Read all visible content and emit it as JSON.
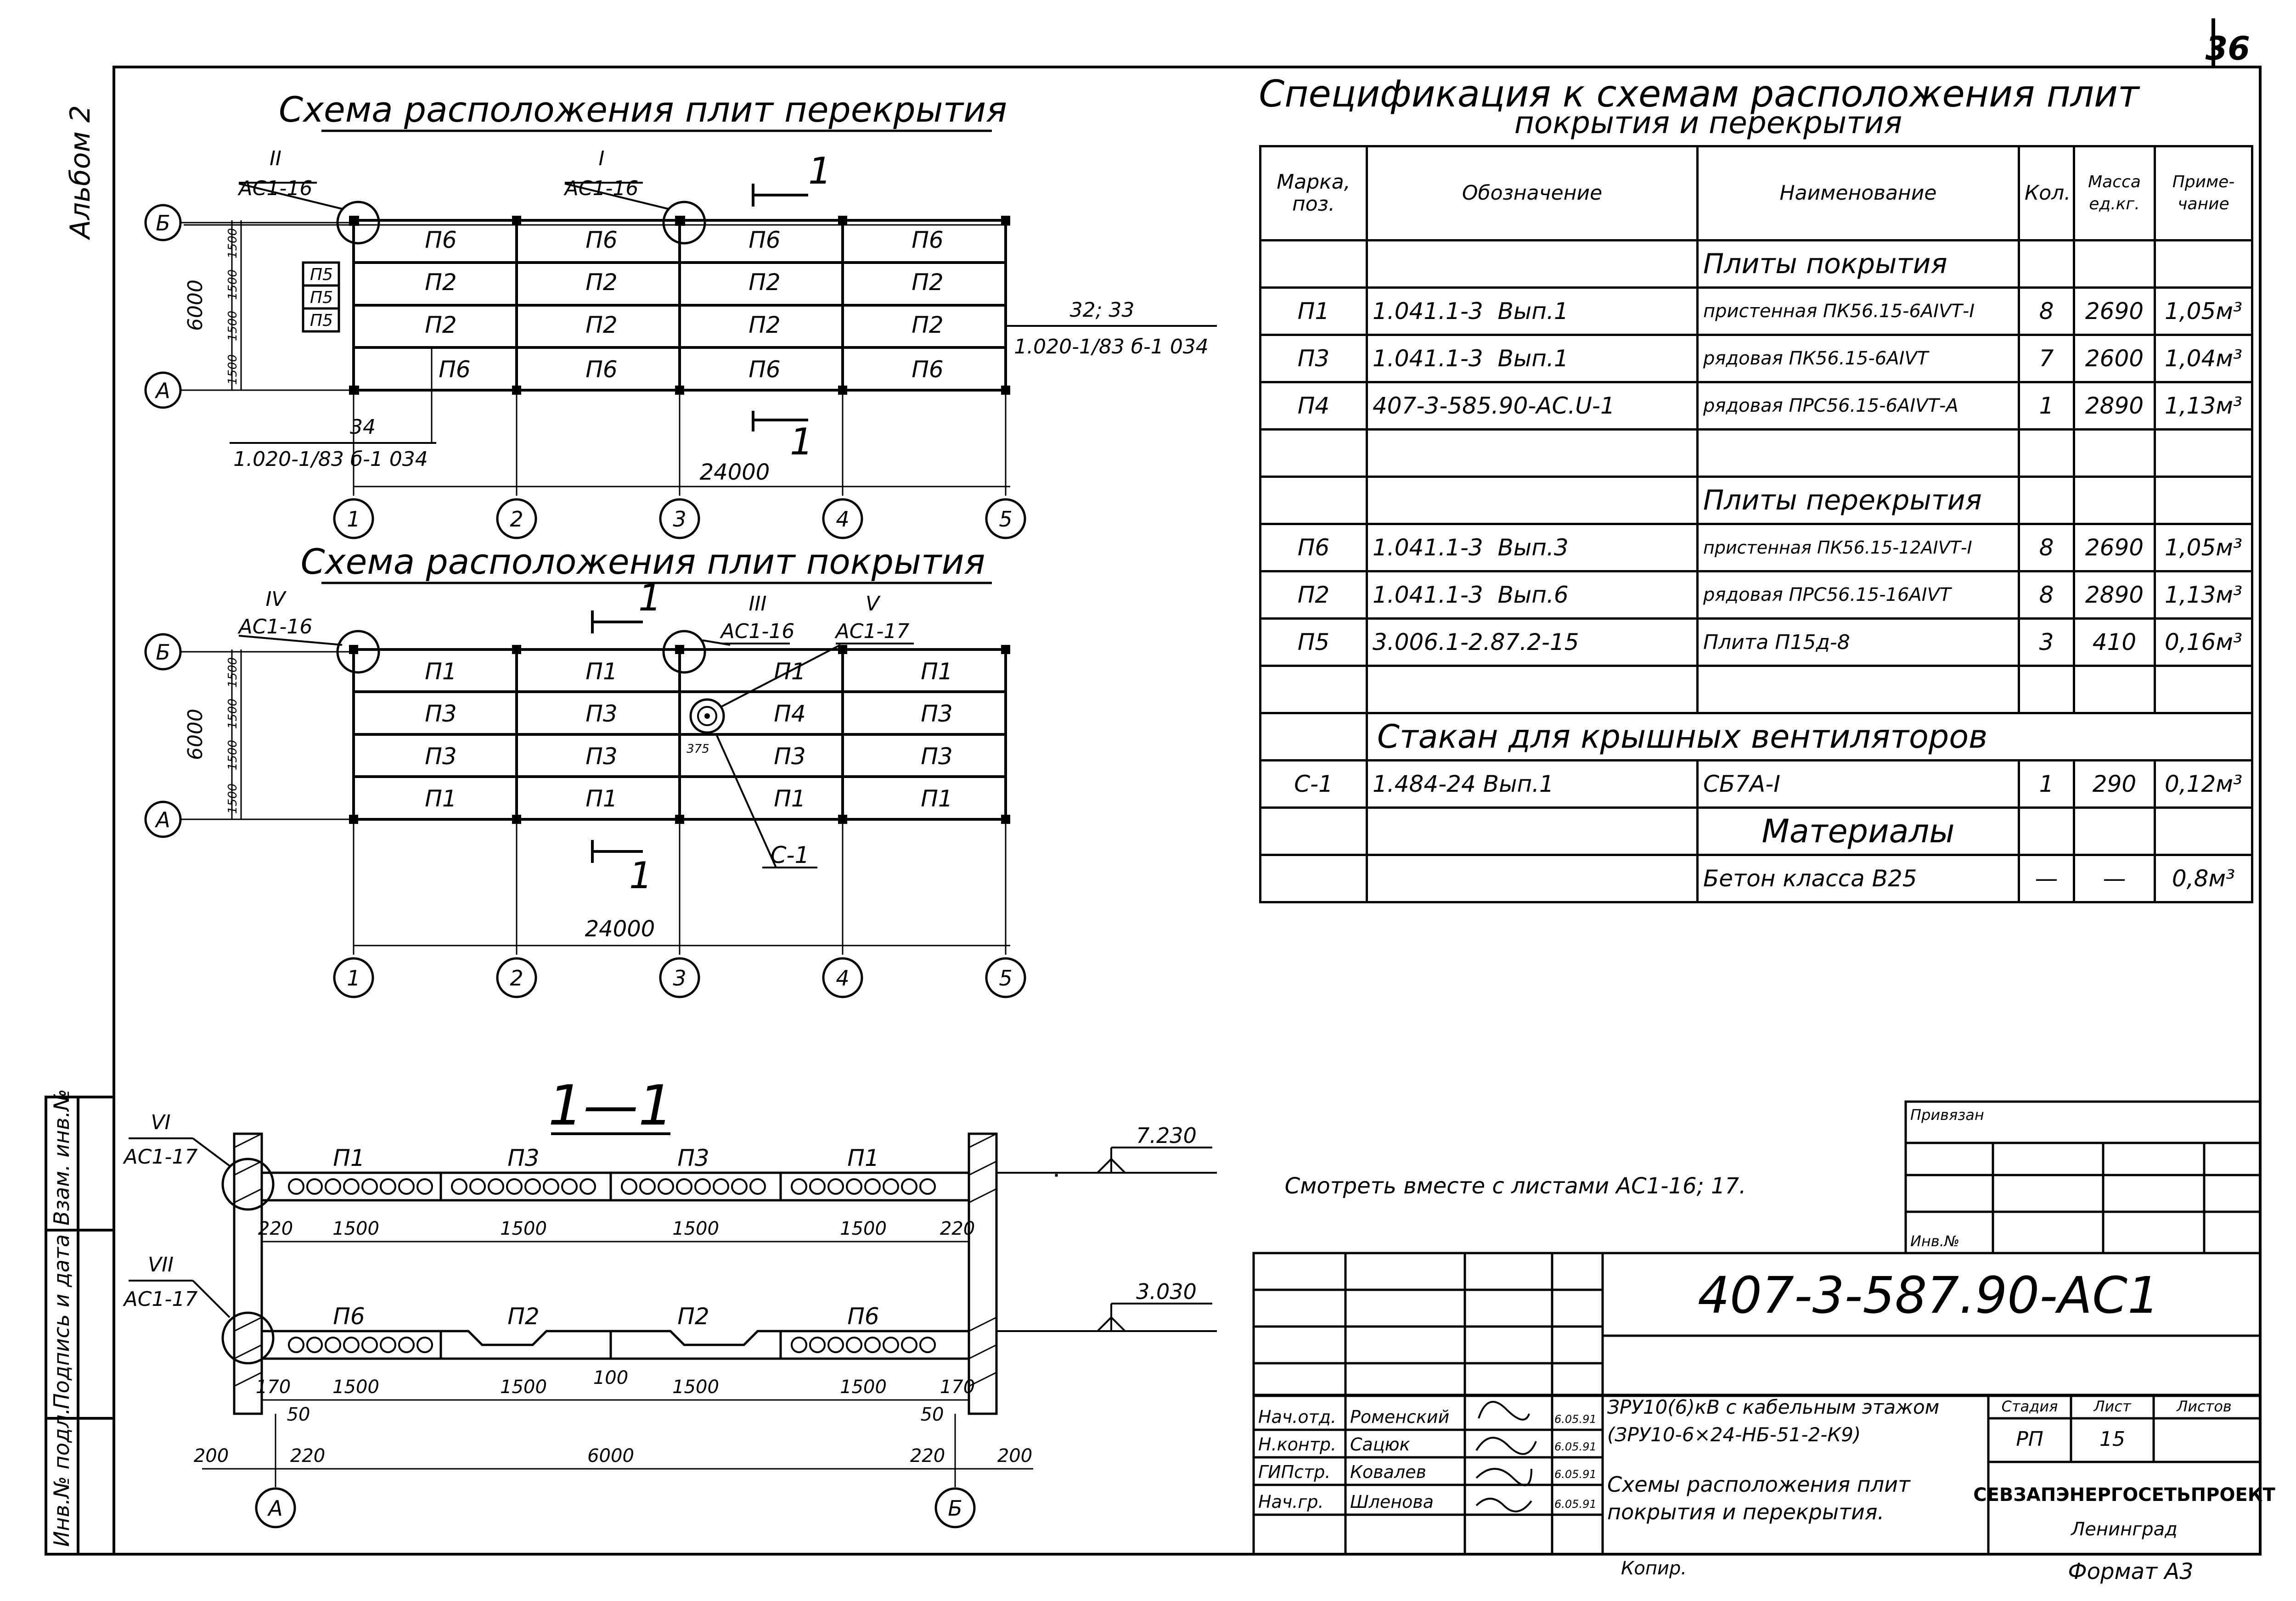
{
  "sheet_number": "36",
  "album_label": "Альбом 2",
  "plan_upper": {
    "title": "Схема расположения плит перекрытия",
    "rows": [
      [
        "П6",
        "П6",
        "П6",
        "П6"
      ],
      [
        "П2",
        "П2",
        "П2",
        "П2"
      ],
      [
        "П2",
        "П2",
        "П2",
        "П2"
      ],
      [
        "П6",
        "П6",
        "П6",
        "П6"
      ]
    ],
    "p5_labels": [
      "П5",
      "П5",
      "П5"
    ],
    "ref_top_1": {
      "num": "II",
      "sheet": "АС1-16"
    },
    "ref_top_2": {
      "num": "I",
      "sheet": "АС1-16"
    },
    "cut_label": "1",
    "right_note_1": "32; 33",
    "right_note_2": "1.020-1/83 б-1 034",
    "left_note_1": "34",
    "left_note_2": "1.020-1/83 б-1 034",
    "span_dim": "24000",
    "height_dim": "6000",
    "small_dims": [
      "1500",
      "1500",
      "1500",
      "1500"
    ],
    "axis_rows": [
      "Б",
      "А"
    ],
    "axis_cols": [
      "1",
      "2",
      "3",
      "4",
      "5"
    ]
  },
  "plan_lower": {
    "title": "Схема расположения плит покрытия",
    "rows": [
      [
        "П1",
        "П1",
        "П1",
        "П1"
      ],
      [
        "П3",
        "П3",
        "П4",
        "П3"
      ],
      [
        "П3",
        "П3",
        "П3",
        "П3"
      ],
      [
        "П1",
        "П1",
        "П1",
        "П1"
      ]
    ],
    "ref_1": {
      "num": "IV",
      "sheet": "АС1-16"
    },
    "ref_2": {
      "num": "III",
      "sheet": "АС1-16"
    },
    "ref_3": {
      "num": "V",
      "sheet": "АС1-17"
    },
    "cup_label": "С-1",
    "dim_small": "375",
    "cut_label": "1",
    "span_dim": "24000",
    "height_dim": "6000",
    "small_dims": [
      "1500",
      "1500",
      "1500",
      "1500"
    ],
    "axis_rows": [
      "Б",
      "А"
    ],
    "axis_cols": [
      "1",
      "2",
      "3",
      "4",
      "5"
    ]
  },
  "section": {
    "title": "1—1",
    "top_slabs": [
      "П1",
      "П3",
      "П3",
      "П1"
    ],
    "bottom_slabs": [
      "П6",
      "П2",
      "П2",
      "П6"
    ],
    "elev_top": "7.230",
    "elev_bottom": "3.030",
    "ref_6": {
      "num": "VI",
      "sheet": "АС1-17"
    },
    "ref_7": {
      "num": "VII",
      "sheet": "АС1-17"
    },
    "dim_1500": "1500",
    "dim_220": "220",
    "dim_100": "100",
    "dim_170": "170",
    "dim_50": "50",
    "dim_200": "200",
    "dim_6000": "6000",
    "axes": [
      "А",
      "Б"
    ]
  },
  "spec": {
    "title_line1": "Спецификация к схемам расположения плит",
    "title_line2": "покрытия и перекрытия",
    "headers": [
      "Марка, поз.",
      "Обозначение",
      "Наименование",
      "Кол.",
      "Масса ед.кг.",
      "Приме- чание"
    ],
    "group_roof": "Плиты покрытия",
    "group_floor": "Плиты перекрытия",
    "group_cup": "Стакан для крышных вентиляторов",
    "group_mat": "Материалы",
    "rows_roof": [
      {
        "mark": "П1",
        "code": "1.041.1-3",
        "issue": "Вып.1",
        "name": "пристенная ПК56.15-6АIVТ-I",
        "qty": "8",
        "mass": "2690",
        "note": "1,05м³"
      },
      {
        "mark": "П3",
        "code": "1.041.1-3",
        "issue": "Вып.1",
        "name": "рядовая ПК56.15-6АIVТ",
        "qty": "7",
        "mass": "2600",
        "note": "1,04м³"
      },
      {
        "mark": "П4",
        "code": "407-3-585.90-АС.U-1",
        "issue": "",
        "name": "рядовая ПРС56.15-6АIVТ-А",
        "qty": "1",
        "mass": "2890",
        "note": "1,13м³"
      }
    ],
    "rows_floor": [
      {
        "mark": "П6",
        "code": "1.041.1-3",
        "issue": "Вып.3",
        "name": "пристенная ПК56.15-12АIVТ-I",
        "qty": "8",
        "mass": "2690",
        "note": "1,05м³"
      },
      {
        "mark": "П2",
        "code": "1.041.1-3",
        "issue": "Вып.6",
        "name": "рядовая ПРС56.15-16АIVТ",
        "qty": "8",
        "mass": "2890",
        "note": "1,13м³"
      },
      {
        "mark": "П5",
        "code": "3.006.1-2.87.2-15",
        "issue": "",
        "name": "Плита П15д-8",
        "qty": "3",
        "mass": "410",
        "note": "0,16м³"
      }
    ],
    "row_cup": {
      "mark": "С-1",
      "code": "1.484-24 Вып.1",
      "name": "СБ7А-I",
      "qty": "1",
      "mass": "290",
      "note": "0,12м³"
    },
    "row_mat": {
      "name": "Бетон класса В25",
      "qty": "—",
      "mass": "—",
      "note": "0,8м³"
    }
  },
  "see_also": "Смотреть вместе с листами АС1-16; 17.",
  "stamp": {
    "privyazan": "Привязан",
    "inv_no": "Инв.№",
    "doc_code": "407-3-587.90-АС1",
    "persons": [
      {
        "role": "Нач.отд.",
        "name": "Роменский",
        "date": "6.05.91"
      },
      {
        "role": "Н.контр.",
        "name": "Сацюк",
        "date": "6.05.91"
      },
      {
        "role": "ГИПстр.",
        "name": "Ковалев",
        "date": "6.05.91"
      },
      {
        "role": "Нач.гр.",
        "name": "Шленова",
        "date": "6.05.91"
      }
    ],
    "project_line1": "ЗРУ10(6)кВ с кабельным этажом",
    "project_line2": "(ЗРУ10-6×24-НБ-51-2-К9)",
    "sheet_title_1": "Схемы расположения плит",
    "sheet_title_2": "покрытия и перекрытия.",
    "stage_label": "Стадия",
    "sheet_label": "Лист",
    "sheets_label": "Листов",
    "stage": "РП",
    "sheet": "15",
    "org": "СЕВЗАПЭНЕРГОСЕТЬПРОЕКТ",
    "city": "Ленинград",
    "copied": "Копир.",
    "format": "Формат А3"
  },
  "side_strip": [
    "Взам. инв.№",
    "Подпись и дата",
    "Инв.№ подл."
  ]
}
